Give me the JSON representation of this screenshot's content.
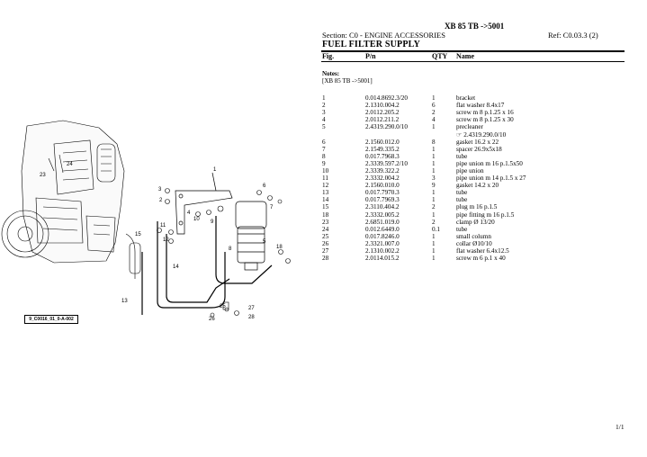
{
  "doc": {
    "title": "XB 85 TB ->5001",
    "section": "Section: C0 - ENGINE ACCESSORIES",
    "ref": "Ref: C0.03.3 (2)",
    "subtitle": "FUEL FILTER SUPPLY",
    "page": "1/1"
  },
  "table_header": {
    "fig": "Fig.",
    "pn": "P/n",
    "qty": "QTY",
    "name": "Name"
  },
  "notes": {
    "label": "Notes:",
    "text": "[XB 85 TB ->5001]"
  },
  "parts": [
    {
      "fig": "1",
      "pn": "0.014.8692.3/20",
      "qty": "1",
      "name": "bracket"
    },
    {
      "fig": "2",
      "pn": "2.1310.004.2",
      "qty": "6",
      "name": "flat washer 8.4x17"
    },
    {
      "fig": "3",
      "pn": "2.0112.205.2",
      "qty": "2",
      "name": "screw m 8 p.1.25 x 16"
    },
    {
      "fig": "4",
      "pn": "2.0112.211.2",
      "qty": "4",
      "name": "screw m 8 p.1.25 x 30"
    },
    {
      "fig": "5",
      "pn": "2.4319.290.0/10",
      "qty": "1",
      "name": "precleaner"
    },
    {
      "fig": "",
      "pn": "",
      "qty": "",
      "name": "☞ 2.4319.290.0/10"
    },
    {
      "fig": "6",
      "pn": "2.1560.012.0",
      "qty": "8",
      "name": "gasket 16.2 x 22"
    },
    {
      "fig": "7",
      "pn": "2.1549.335.2",
      "qty": "1",
      "name": "spacer 26.9x5x18"
    },
    {
      "fig": "8",
      "pn": "0.017.7968.3",
      "qty": "1",
      "name": "tube"
    },
    {
      "fig": "9",
      "pn": "2.3339.597.2/10",
      "qty": "1",
      "name": "pipe union m 16 p.1.5x50"
    },
    {
      "fig": "10",
      "pn": "2.3339.322.2",
      "qty": "1",
      "name": "pipe union"
    },
    {
      "fig": "11",
      "pn": "2.3332.004.2",
      "qty": "3",
      "name": "pipe union m 14 p.1.5 x 27"
    },
    {
      "fig": "12",
      "pn": "2.1560.010.0",
      "qty": "9",
      "name": "gasket 14.2 x 20"
    },
    {
      "fig": "13",
      "pn": "0.017.7970.3",
      "qty": "1",
      "name": "tube"
    },
    {
      "fig": "14",
      "pn": "0.017.7969.3",
      "qty": "1",
      "name": "tube"
    },
    {
      "fig": "15",
      "pn": "2.3110.404.2",
      "qty": "2",
      "name": "plug m 16 p.1.5"
    },
    {
      "fig": "18",
      "pn": "2.3332.005.2",
      "qty": "1",
      "name": "pipe fitting m 16 p.1.5"
    },
    {
      "fig": "23",
      "pn": "2.6851.019.0",
      "qty": "2",
      "name": "clamp Ø 13/20"
    },
    {
      "fig": "24",
      "pn": "0.012.6449.0",
      "qty": "0.1",
      "name": "tube"
    },
    {
      "fig": "25",
      "pn": "0.017.8246.0",
      "qty": "1",
      "name": "small column"
    },
    {
      "fig": "26",
      "pn": "2.3321.007.0",
      "qty": "1",
      "name": "collar Ø10/10"
    },
    {
      "fig": "27",
      "pn": "2.1310.002.2",
      "qty": "1",
      "name": "flat washer 6.4x12.5"
    },
    {
      "fig": "28",
      "pn": "2.0114.015.2",
      "qty": "1",
      "name": "screw m 6 p.1 x 40"
    }
  ],
  "diagram": {
    "caption": "9_C0016_01_0-A-002",
    "callouts": [
      "1",
      "2",
      "3",
      "4",
      "5",
      "6",
      "7",
      "8",
      "9",
      "10",
      "11",
      "12",
      "13",
      "14",
      "15",
      "18",
      "23",
      "24",
      "25",
      "26",
      "27",
      "28"
    ]
  }
}
